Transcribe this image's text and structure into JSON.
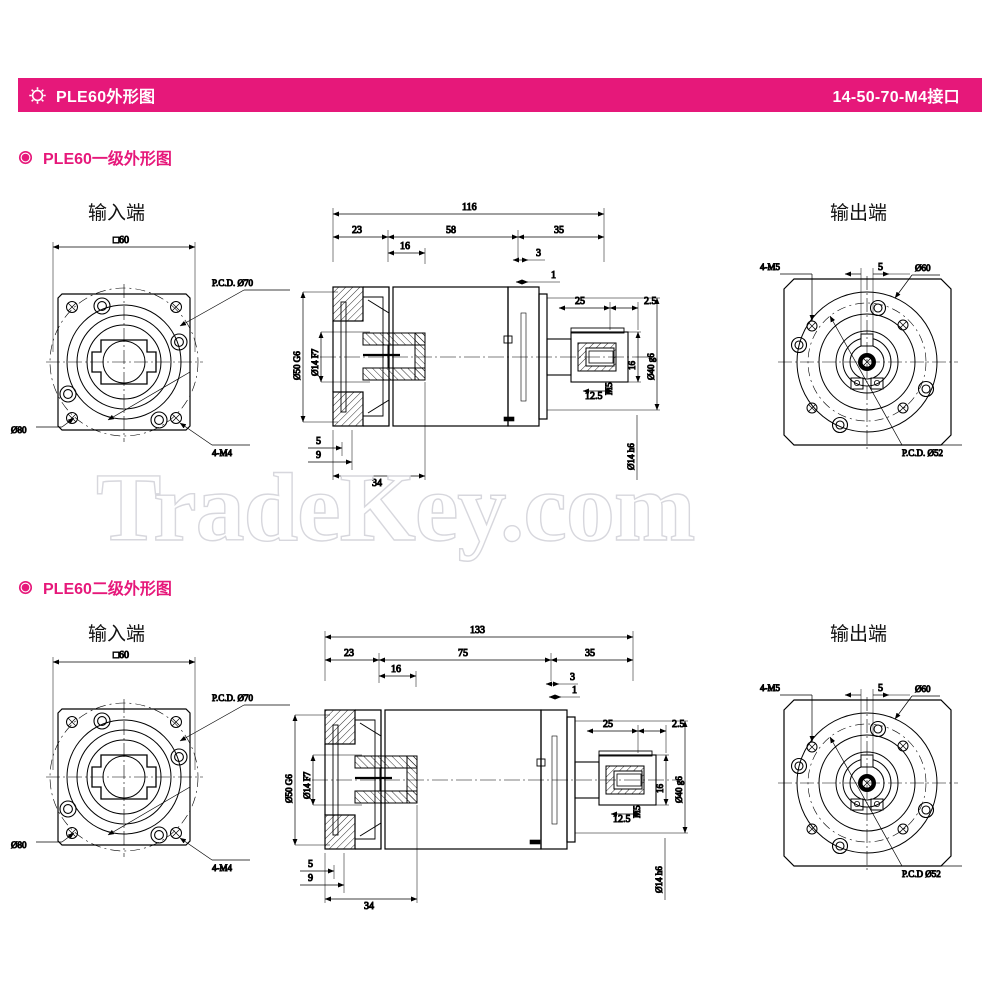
{
  "header": {
    "icon": "gear-icon",
    "title": "PLE60外形图",
    "spec": "14-50-70-M4接口",
    "accent_color": "#E6187A",
    "text_color": "#FFFFFF"
  },
  "sections": [
    {
      "icon": "ring-icon",
      "label": "PLE60一级外形图"
    },
    {
      "icon": "ring-icon",
      "label": "PLE60二级外形图"
    }
  ],
  "watermark": {
    "text": "TradeKey.com",
    "color": "#d7d7dd"
  },
  "drawings": [
    {
      "id": "stage-1",
      "views": {
        "input": {
          "label": "输入端",
          "dims": {
            "square": "□60",
            "pcd": "P.C.D. Ø70",
            "outer": "Ø80",
            "bolts": "4-M4"
          }
        },
        "section": {
          "dims": {
            "total_length": "116",
            "seg_a": "23",
            "seg_b": "58",
            "seg_c": "35",
            "flange_depth": "16",
            "step_3": "3",
            "step_1": "1",
            "key_len": "25",
            "key_off": "2.5",
            "key_h": "16",
            "keyway": "12.5",
            "thread": "M5",
            "bore_50": "Ø50 G6",
            "bore_14": "Ø14 F7",
            "shaft_40": "Ø40 g6",
            "shaft_14": "Ø14 h6",
            "btm_5": "5",
            "btm_9": "9",
            "btm_34": "34"
          }
        },
        "output": {
          "label": "输出端",
          "dims": {
            "bolts": "4-M5",
            "key_w": "5",
            "pilot": "Ø60",
            "pcd": "P.C.D. Ø52"
          }
        }
      }
    },
    {
      "id": "stage-2",
      "views": {
        "input": {
          "label": "输入端",
          "dims": {
            "square": "□60",
            "pcd": "P.C.D. Ø70",
            "outer": "Ø80",
            "bolts": "4-M4"
          }
        },
        "section": {
          "dims": {
            "total_length": "133",
            "seg_a": "23",
            "seg_b": "75",
            "seg_c": "35",
            "flange_depth": "16",
            "step_3": "3",
            "step_1": "1",
            "key_len": "25",
            "key_off": "2.5",
            "key_h": "16",
            "keyway": "12.5",
            "thread": "M5",
            "bore_50": "Ø50 G6",
            "bore_14": "Ø14 F7",
            "shaft_40": "Ø40 g6",
            "shaft_14": "Ø14 h6",
            "btm_5": "5",
            "btm_9": "9",
            "btm_34": "34"
          }
        },
        "output": {
          "label": "输出端",
          "dims": {
            "bolts": "4-M5",
            "key_w": "5",
            "pilot": "Ø60",
            "pcd": "P.C.D  Ø52"
          }
        }
      }
    }
  ]
}
